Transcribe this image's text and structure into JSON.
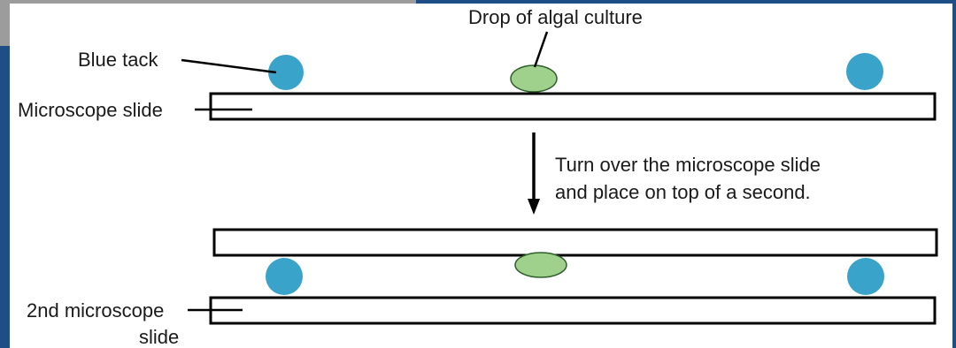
{
  "labels": {
    "drop": "Drop of algal culture",
    "blue_tack": "Blue tack",
    "microscope_slide": "Microscope slide",
    "instruction_line1": "Turn over the microscope slide",
    "instruction_line2": "and place on top of a second.",
    "second_slide_line1": "2nd microscope",
    "second_slide_line2": "slide"
  },
  "colors": {
    "frame": "#1f4e86",
    "tab": "#9c9c9c",
    "blue_tack": "#3aa3c9",
    "algal_drop": "#9fd08c",
    "algal_drop_outline": "#2e5f2a",
    "slide_outline": "#000000"
  }
}
